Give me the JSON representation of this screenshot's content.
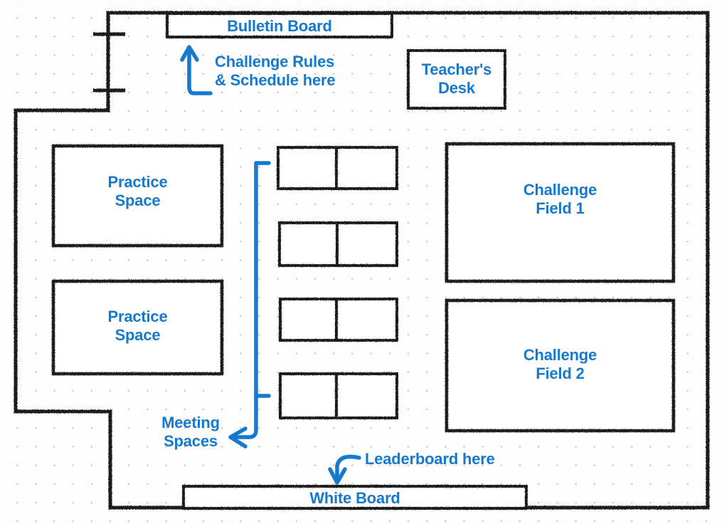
{
  "meta": {
    "title": "Robotics Challenge Classroom Layout",
    "accent_color": "#1579ce",
    "wall_color": "#1c1c1c",
    "background_color": "#fdfdfd",
    "grid_dot_color": "#c9c9c9"
  },
  "boards": {
    "bulletin": "Bulletin Board",
    "white": "White Board"
  },
  "furniture": {
    "teacher_desk": "Teacher's\nDesk",
    "practice_space_1": "Practice\nSpace",
    "practice_space_2": "Practice\nSpace",
    "challenge_field_1": "Challenge\nField 1",
    "challenge_field_2": "Challenge\nField 2"
  },
  "annotations": {
    "rules": "Challenge Rules\n& Schedule here",
    "meeting": "Meeting\nSpaces",
    "leaderboard": "Leaderboard here"
  },
  "meeting_tables": [
    {
      "name": "table-1",
      "seats": 2
    },
    {
      "name": "table-2",
      "seats": 2
    },
    {
      "name": "table-3",
      "seats": 2
    },
    {
      "name": "table-4",
      "seats": 2
    }
  ],
  "doors": [
    {
      "name": "door-upper",
      "wall": "left-upper"
    },
    {
      "name": "door-lower",
      "wall": "left-upper"
    }
  ]
}
